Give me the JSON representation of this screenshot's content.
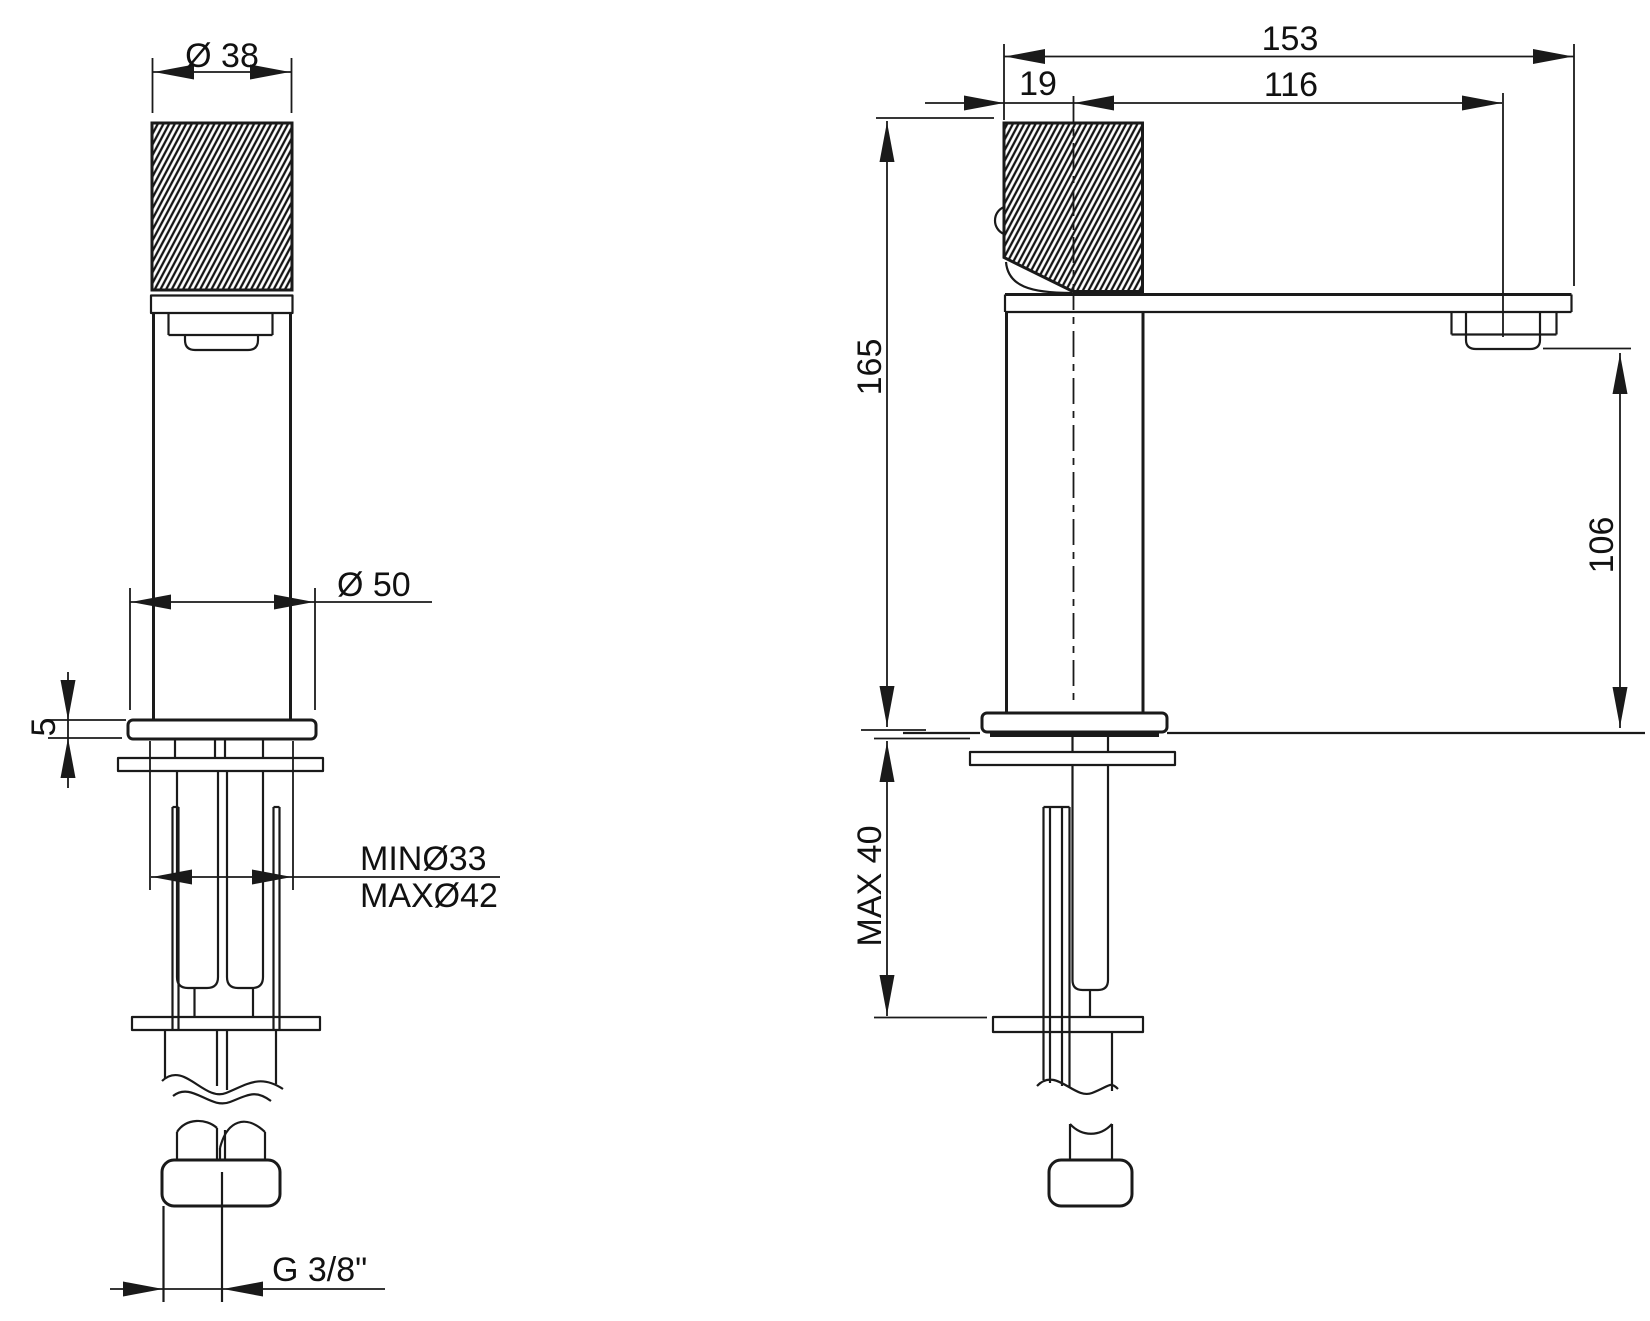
{
  "drawing": {
    "type": "technical-dimension-drawing",
    "subject": "single-hole basin tap, front and side views",
    "background": "#ffffff",
    "line_color": "#1a1a1a",
    "views": {
      "front": {
        "dims": {
          "handle_diameter": "Ø 38",
          "base_diameter": "Ø 50",
          "base_plate_thickness": "5",
          "hole_min": "MINØ33",
          "hole_max": "MAXØ42",
          "connection_thread": "G 3/8\""
        }
      },
      "side": {
        "dims": {
          "total_depth": "153",
          "handle_depth": "19",
          "spout_reach": "116",
          "total_height": "165",
          "spout_outlet_height": "106",
          "max_counter_thickness": "MAX 40"
        }
      }
    }
  }
}
